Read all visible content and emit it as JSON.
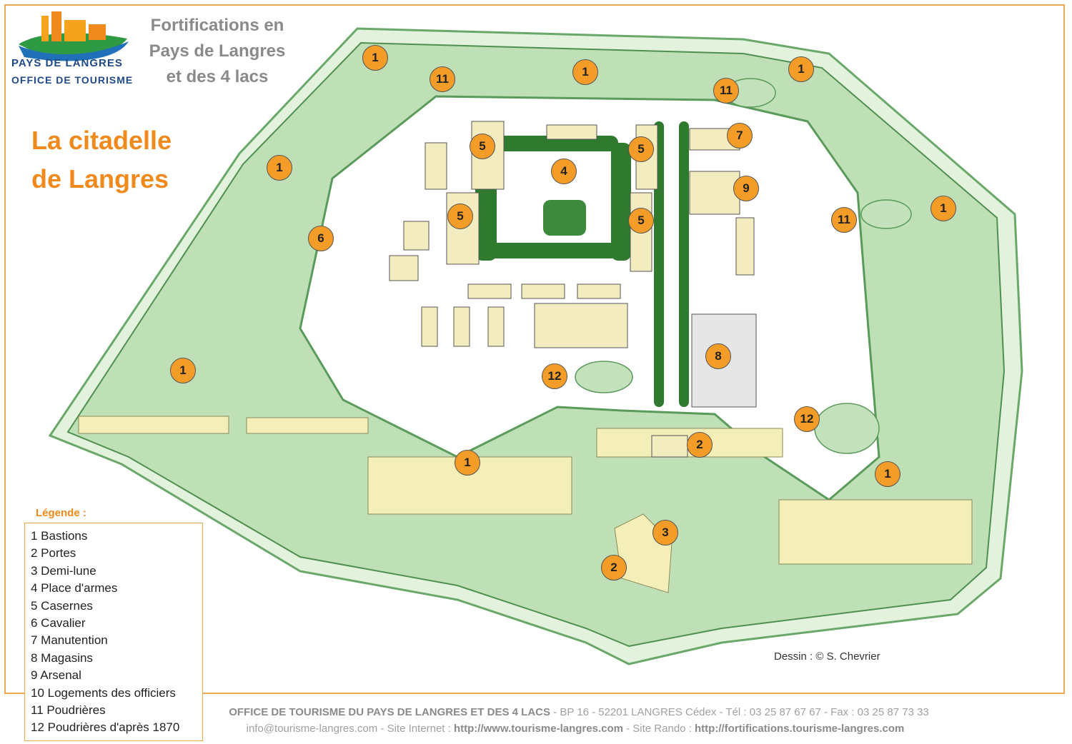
{
  "logo": {
    "line1": "PAYS DE LANGRES",
    "line2": "OFFICE DE TOURISME"
  },
  "header": {
    "line1": "Fortifications en",
    "line2": "Pays de Langres",
    "line3": "et des 4 lacs"
  },
  "title": {
    "line1": "La citadelle",
    "line2": "de Langres"
  },
  "legend": {
    "label": "Légende :",
    "items": [
      "1 Bastions",
      "2 Portes",
      "3 Demi-lune",
      "4 Place d'armes",
      "5 Casernes",
      "6 Cavalier",
      "7 Manutention",
      "8 Magasins",
      "9 Arsenal",
      "10 Logements des officiers",
      "11 Poudrières",
      "12 Poudrières d'après 1870"
    ]
  },
  "markers": [
    "1",
    "11",
    "1",
    "11",
    "1",
    "7",
    "5",
    "5",
    "4",
    "9",
    "1",
    "11",
    "1",
    "6",
    "5",
    "5",
    "8",
    "1",
    "12",
    "12",
    "2",
    "1",
    "1",
    "3",
    "2"
  ],
  "credit": "Dessin : ©  S. Chevrier",
  "footer": {
    "org": "OFFICE DE TOURISME DU PAYS DE LANGRES ET DES 4 LACS",
    "address": " - BP 16 - 52201 LANGRES Cédex - Tél : 03 25 87 67 67 -  Fax : 03 25 87 73 33",
    "email": "info@tourisme-langres.com",
    "site_label": " - Site Internet : ",
    "site_url": "http://www.tourisme-langres.com",
    "rando_label": " - Site Rando : ",
    "rando_url": "http://fortifications.tourisme-langres.com"
  },
  "colors": {
    "accent": "#f08a1c",
    "marker": "#f39c28",
    "rampart": "#c8e6c0",
    "wall": "#f4eeb8",
    "brand": "#1f4a86"
  }
}
